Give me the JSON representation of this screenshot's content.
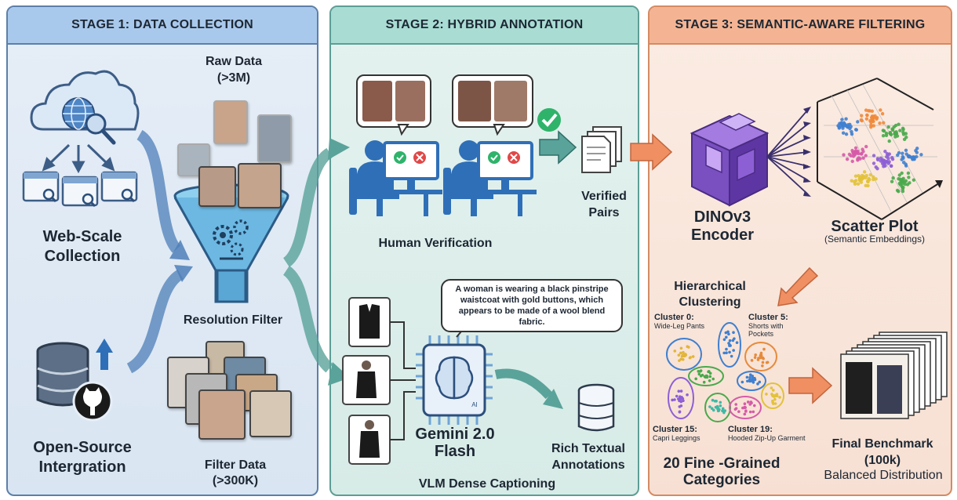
{
  "stage1": {
    "title": "STAGE 1: DATA COLLECTION",
    "raw_data": "Raw Data",
    "raw_count": "(>3M)",
    "web_scale": "Web-Scale",
    "collection": "Collection",
    "resolution_filter": "Resolution Filter",
    "open_source": "Open-Source",
    "integration": "Intergration",
    "filter_data": "Filter Data",
    "filter_count": "(>300K)"
  },
  "stage2": {
    "title": "STAGE 2: HYBRID ANNOTATION",
    "human_verification": "Human Verification",
    "verified": "Verified",
    "pairs": "Pairs",
    "caption_text": "A woman is wearing a black pinstripe waistcoat with gold buttons, which appears to be made of a wool blend fabric.",
    "gemini_line1": "Gemini 2.0",
    "gemini_line2": "Flash",
    "rich_textual": "Rich Textual",
    "annotations": "Annotations",
    "vlm_dense": "VLM Dense Captioning",
    "chip_mark": "AI"
  },
  "stage3": {
    "title": "STAGE 3: SEMANTIC-AWARE FILTERING",
    "dino_line1": "DINOv3",
    "dino_line2": "Encoder",
    "scatter_title": "Scatter Plot",
    "scatter_sub": "(Semantic Embeddings)",
    "hier_line1": "Hierarchical",
    "hier_line2": "Clustering",
    "cluster0_title": "Cluster 0:",
    "cluster0_desc": "Wide-Leg Pants",
    "cluster5_title": "Cluster 5:",
    "cluster5_desc_1": "Shorts with",
    "cluster5_desc_2": "Pockets",
    "cluster15_title": "Cluster 15:",
    "cluster15_desc": "Capri Leggings",
    "cluster19_title": "Cluster 19:",
    "cluster19_desc": "Hooded Zip-Up Garment",
    "categories_line1": "20 Fine -Grained",
    "categories_line2": "Categories",
    "final_line1": "Final Benchmark",
    "final_line2": "(100k)",
    "balanced": "Balanced Distribution"
  },
  "colors": {
    "stage1_accent": "#5d7fa8",
    "stage2_accent": "#5c9e95",
    "stage3_accent": "#d58a63",
    "check_green": "#2fb36b",
    "cross_red": "#e04848",
    "encoder_purple": "#7a4fc0",
    "person_blue": "#2f6fb7"
  },
  "icons": [
    "globe-icon",
    "magnifier-icon",
    "browser-window-icon",
    "funnel-icon",
    "gear-icon",
    "database-icon",
    "github-icon",
    "upload-arrow-icon",
    "person-at-computer-icon",
    "check-icon",
    "cross-icon",
    "document-stack-icon",
    "chip-brain-icon",
    "cube-encoder-icon"
  ]
}
